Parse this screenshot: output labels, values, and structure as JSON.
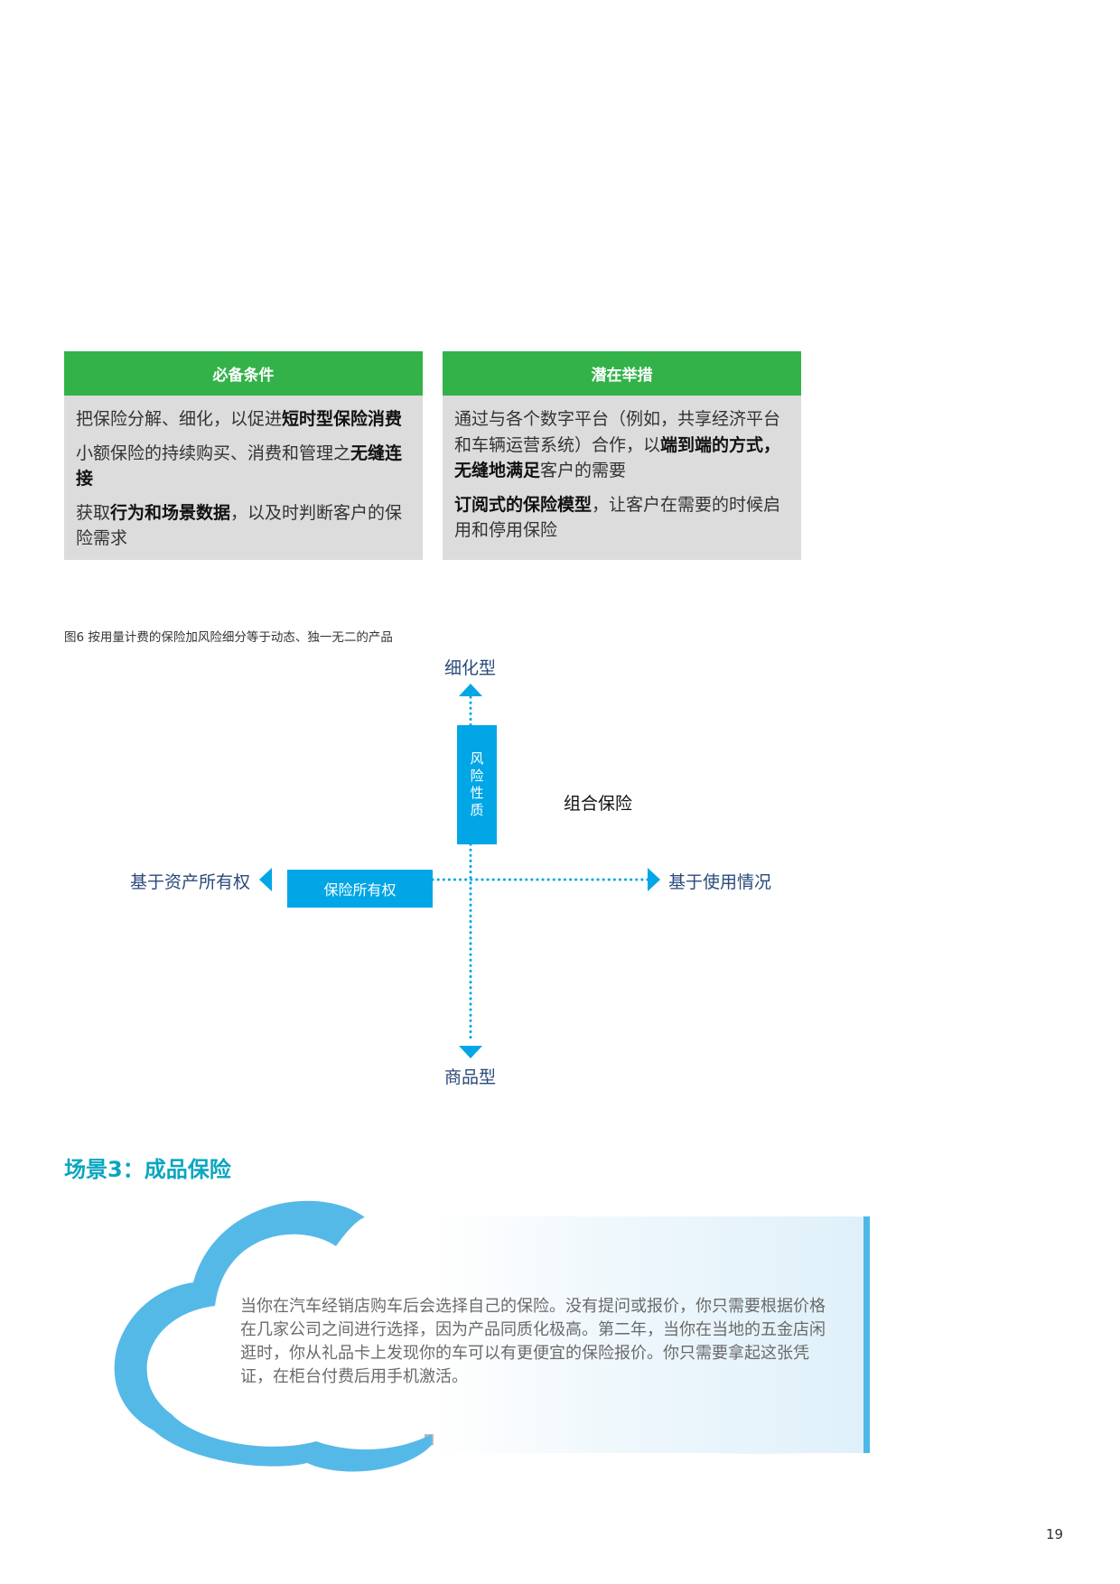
{
  "box_left": {
    "title": "必备条件",
    "items": [
      {
        "parts": [
          {
            "t": "把保险分解、细化，以促进"
          },
          {
            "t": "短时型保险消费",
            "b": true
          }
        ]
      },
      {
        "parts": [
          {
            "t": "小额保险的持续购买、消费和管理之"
          },
          {
            "t": "无缝连接",
            "b": true
          }
        ]
      },
      {
        "parts": [
          {
            "t": "获取"
          },
          {
            "t": "行为和场景数据",
            "b": true
          },
          {
            "t": "，以及时判断客户的保险需求"
          }
        ]
      }
    ]
  },
  "box_right": {
    "title": "潜在举措",
    "items": [
      {
        "parts": [
          {
            "t": "通过与各个数字平台（例如，共享经济平台和车辆运营系统）合作，以"
          },
          {
            "t": "端到端的方式，无缝地满足",
            "b": true
          },
          {
            "t": "客户的需要"
          }
        ]
      },
      {
        "parts": [
          {
            "t": "订阅式的保险模型",
            "b": true
          },
          {
            "t": "，让客户在需要的时候启用和停用保险"
          }
        ]
      }
    ]
  },
  "figure": {
    "caption": "图6 按用量计费的保险加风险细分等于动态、独一无二的产品",
    "top_label": "细化型",
    "bottom_label": "商品型",
    "left_label": "基于资产所有权",
    "right_label": "基于使用情况",
    "vertical_tag": [
      "风",
      "险",
      "性",
      "质"
    ],
    "horizontal_tag": "保险所有权",
    "quadrant_label": "组合保险",
    "colors": {
      "accent": "#00a6e6",
      "dots": "#00a6e6",
      "label": "#2a4a7a"
    }
  },
  "scene": {
    "title": "场景3：成品保险",
    "text": "当你在汽车经销店购车后会选择自己的保险。没有提问或报价，你只需要根据价格在几家公司之间进行选择，因为产品同质化极高。第二年，当你在当地的五金店闲逛时，你从礼品卡上发现你的车可以有更便宜的保险报价。你只需要拿起这张凭证，在柜台付费后用手机激活。"
  },
  "page_number": "19",
  "colors": {
    "box_header": "#34b24a",
    "box_body": "#dcdcdc",
    "scene_title": "#0aa6c0",
    "cloud": "#55b9e8"
  }
}
